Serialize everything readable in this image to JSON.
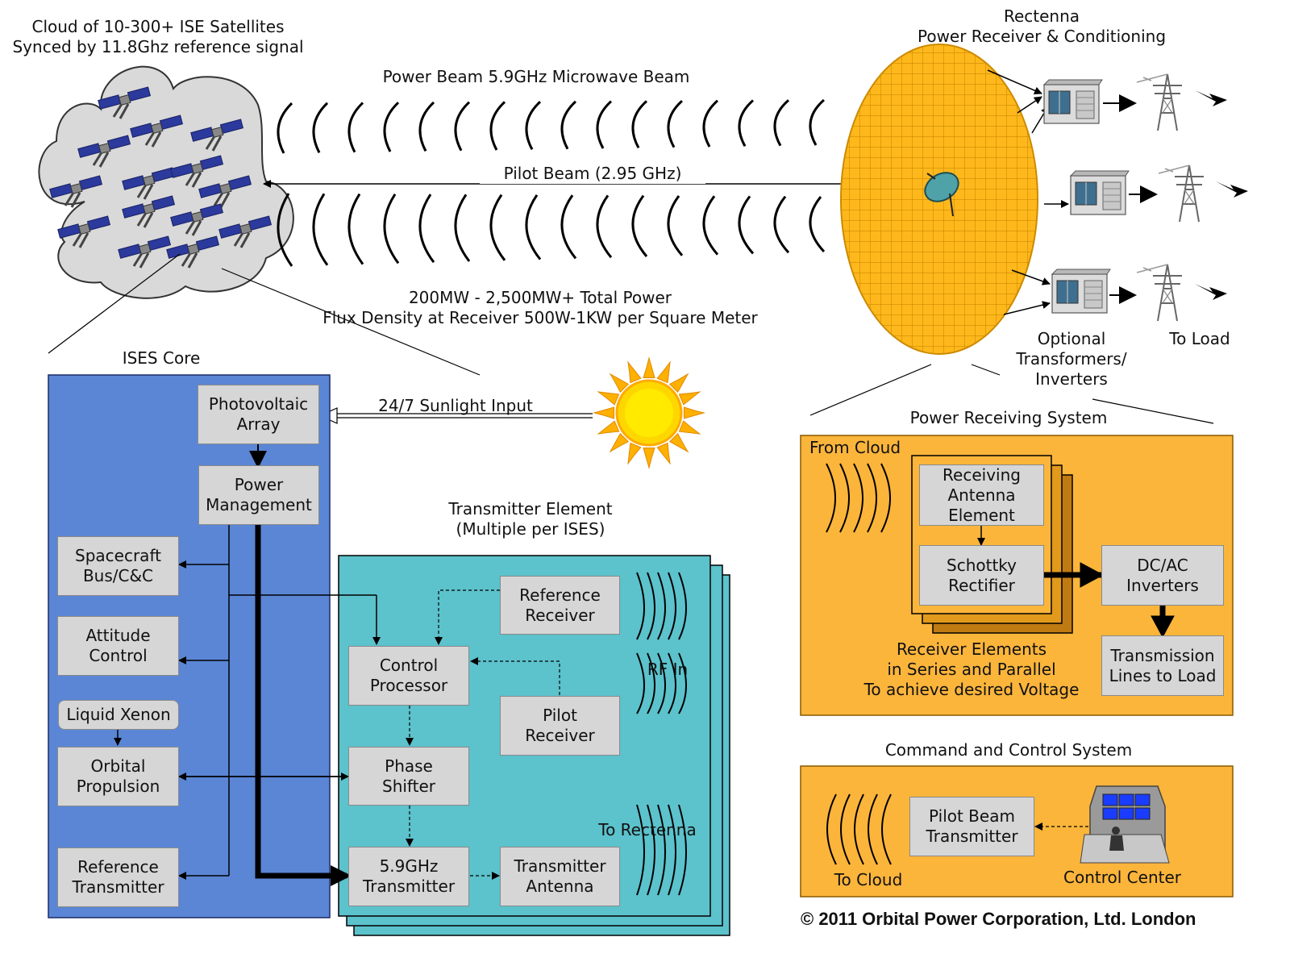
{
  "colors": {
    "cloud_fill": "#d9d9d9",
    "ises_core_panel": "#5b86d6",
    "transmitter_panel": "#5cc2cc",
    "receiving_panel": "#fbb53b",
    "rectenna_fill": "#ffb81c",
    "box_fill": "#d6d6d6",
    "sun": "#ffd700",
    "sun_ray": "#ffb000",
    "satellite_panel": "#2b3a9c"
  },
  "top": {
    "cloud_label": "Cloud of 10-300+ ISE Satellites\nSynced by 11.8Ghz reference signal",
    "rectenna_label": "Rectenna\nPower Receiver & Conditioning",
    "power_beam_label": "Power Beam 5.9GHz Microwave Beam",
    "pilot_beam_label": "Pilot Beam (2.95 GHz)",
    "total_power_label": "200MW - 2,500MW+ Total Power\nFlux Density at Receiver 500W-1KW per Square Meter",
    "optional_label": "Optional\nTransformers/\nInverters",
    "to_load_label": "To Load"
  },
  "ises_core": {
    "title": "ISES Core",
    "photovoltaic": "Photovoltaic\nArray",
    "power_management": "Power\nManagement",
    "spacecraft_bus": "Spacecraft\nBus/C&C",
    "attitude_control": "Attitude\nControl",
    "liquid_xenon": "Liquid Xenon",
    "orbital_propulsion": "Orbital\nPropulsion",
    "reference_transmitter": "Reference\nTransmitter"
  },
  "sunlight_label": "24/7 Sunlight Input",
  "transmitter_element": {
    "title": "Transmitter Element\n(Multiple per ISES)",
    "reference_receiver": "Reference\nReceiver",
    "control_processor": "Control\nProcessor",
    "pilot_receiver": "Pilot\nReceiver",
    "phase_shifter": "Phase\nShifter",
    "transmitter": "5.9GHz\nTransmitter",
    "transmitter_antenna": "Transmitter\nAntenna",
    "rf_in": "RF In",
    "to_rectenna": "To Rectenna"
  },
  "power_receiving": {
    "title": "Power Receiving System",
    "from_cloud": "From Cloud",
    "receiving_antenna": "Receiving\nAntenna\nElement",
    "schottky": "Schottky\nRectifier",
    "dc_ac": "DC/AC\nInverters",
    "transmission_lines": "Transmission\nLines to Load",
    "receiver_elements": "Receiver Elements\nin Series and Parallel\nTo achieve desired Voltage"
  },
  "command_control": {
    "title": "Command and Control System",
    "pilot_beam_transmitter": "Pilot Beam\nTransmitter",
    "to_cloud": "To Cloud",
    "control_center": "Control Center"
  },
  "copyright": "© 2011 Orbital Power Corporation, Ltd.  London"
}
